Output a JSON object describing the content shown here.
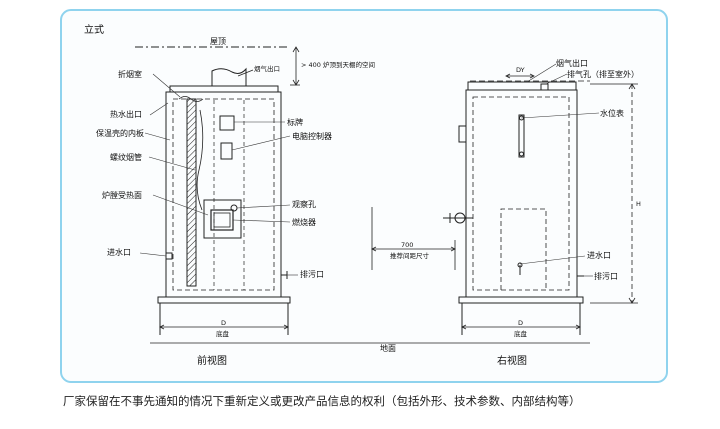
{
  "panel": {
    "title": "立式",
    "border_color": "#8fd3ee",
    "background": "#fbfdfe"
  },
  "front_view": {
    "caption": "前视图",
    "labels": {
      "roof": "屋顶",
      "flue_outlet": "烟气出口",
      "clearance": "> 400 炉顶到天棚的空间",
      "smoke_chamber": "折烟室",
      "hot_water_outlet": "热水出口",
      "insulation_shell": "保温壳的内板",
      "spiral_flue": "螺纹烟管",
      "furnace_heating_surface": "炉膛受热面",
      "water_inlet": "进水口",
      "nameplate": "标牌",
      "control_box": "电脑控制器",
      "sight_hole": "观察孔",
      "burner": "燃烧器",
      "drain": "排污口",
      "dim_d": "D",
      "base": "底盘"
    }
  },
  "side_view": {
    "caption": "右视图",
    "labels": {
      "dim_dy": "DY",
      "flue_outlet": "烟气出口",
      "vent": "排气孔（排至室外）",
      "water_level": "水位表",
      "dim_h": "H",
      "water_inlet": "进水口",
      "drain": "排污口",
      "dim_d": "D",
      "base": "底盘"
    }
  },
  "shared": {
    "ground": "地面",
    "spacing_value": "700",
    "spacing_label": "推荐间距尺寸"
  },
  "footer": {
    "note": "厂家保留在不事先通知的情况下重新定义或更改产品信息的权利（包括外形、技术参数、内部结构等）"
  }
}
